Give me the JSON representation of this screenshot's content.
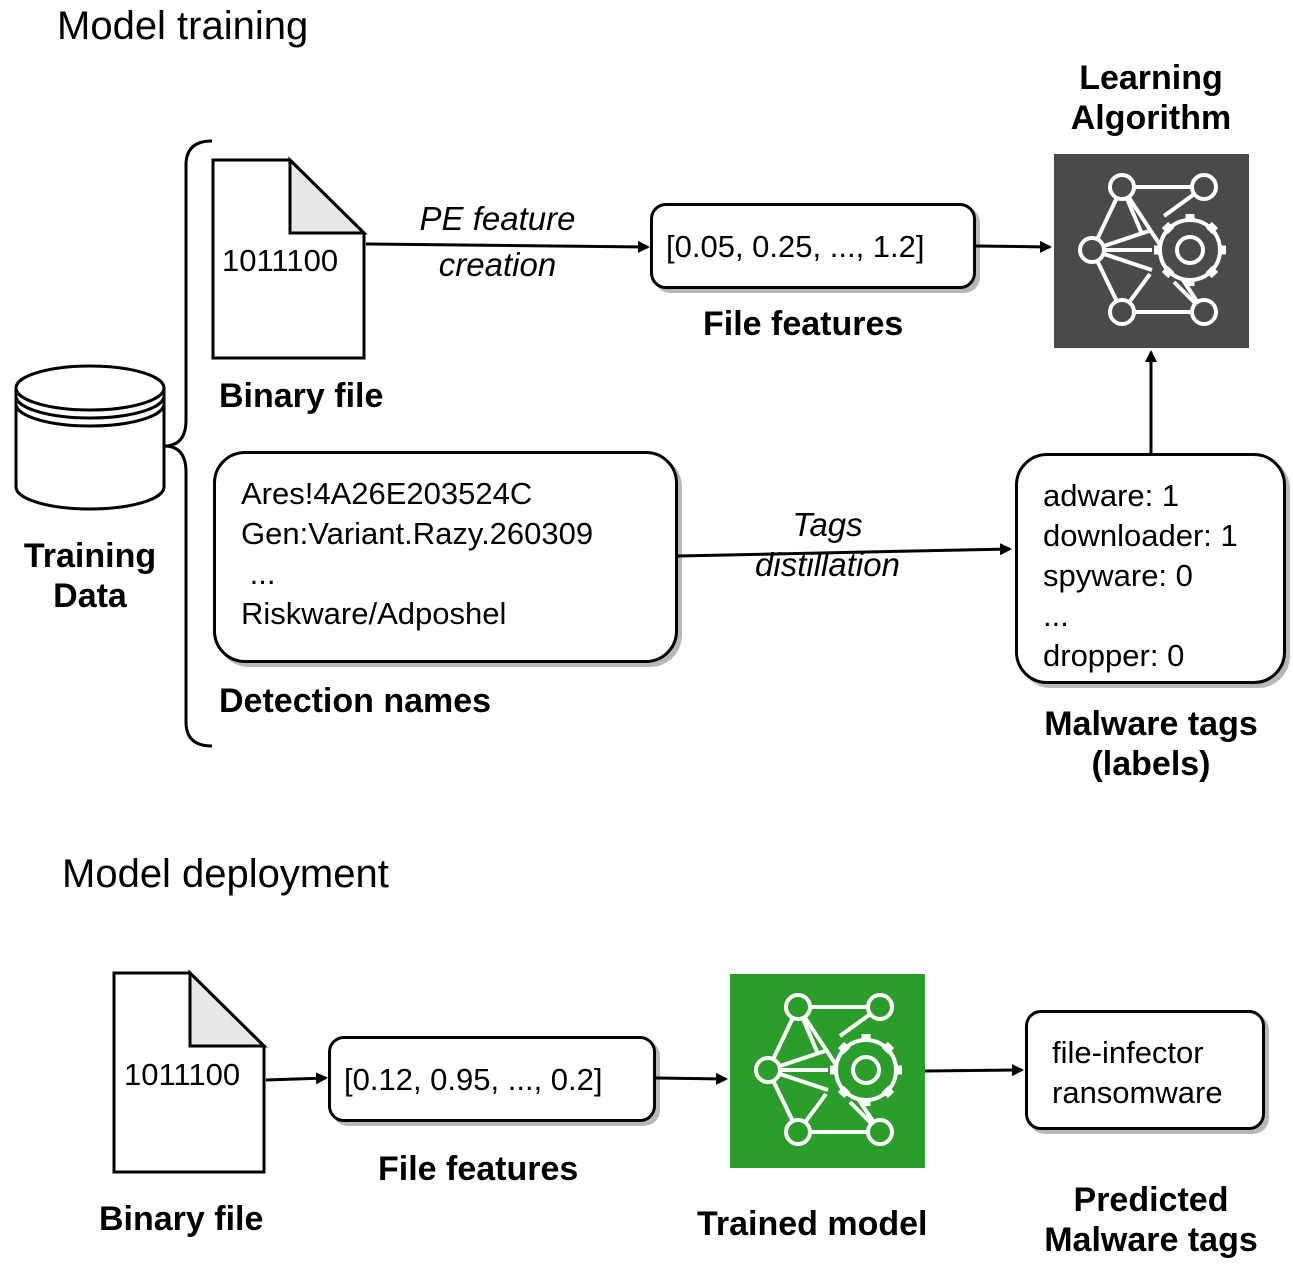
{
  "training": {
    "title": "Model training",
    "training_data_label": [
      "Training",
      "Data"
    ],
    "binary_file": {
      "content": "1011100",
      "label": "Binary file"
    },
    "pe_feature_edge": [
      "PE feature",
      "creation"
    ],
    "file_features": {
      "content": "[0.05, 0.25, ..., 1.2]",
      "label": "File features"
    },
    "learning_algorithm": {
      "label": [
        "Learning",
        "Algorithm"
      ],
      "color": "#4a4a4a"
    },
    "detection_names": {
      "lines": [
        "Ares!4A26E203524C",
        "Gen:Variant.Razy.260309",
        " ...",
        "Riskware/Adposhel"
      ],
      "label": "Detection names"
    },
    "tags_edge": [
      "Tags",
      "distillation"
    ],
    "malware_tags": {
      "lines": [
        "adware: 1",
        "downloader: 1",
        "spyware: 0",
        "...",
        "dropper: 0"
      ],
      "label": [
        "Malware tags",
        "(labels)"
      ]
    }
  },
  "deployment": {
    "title": "Model deployment",
    "binary_file": {
      "content": "1011100",
      "label": "Binary file"
    },
    "file_features": {
      "content": "[0.12, 0.95, ..., 0.2]",
      "label": "File features"
    },
    "trained_model": {
      "label": "Trained model",
      "color": "#2a9d2a"
    },
    "predicted_tags": {
      "lines": [
        "file-infector",
        "ransomware"
      ],
      "label": [
        "Predicted",
        "Malware tags"
      ]
    }
  }
}
